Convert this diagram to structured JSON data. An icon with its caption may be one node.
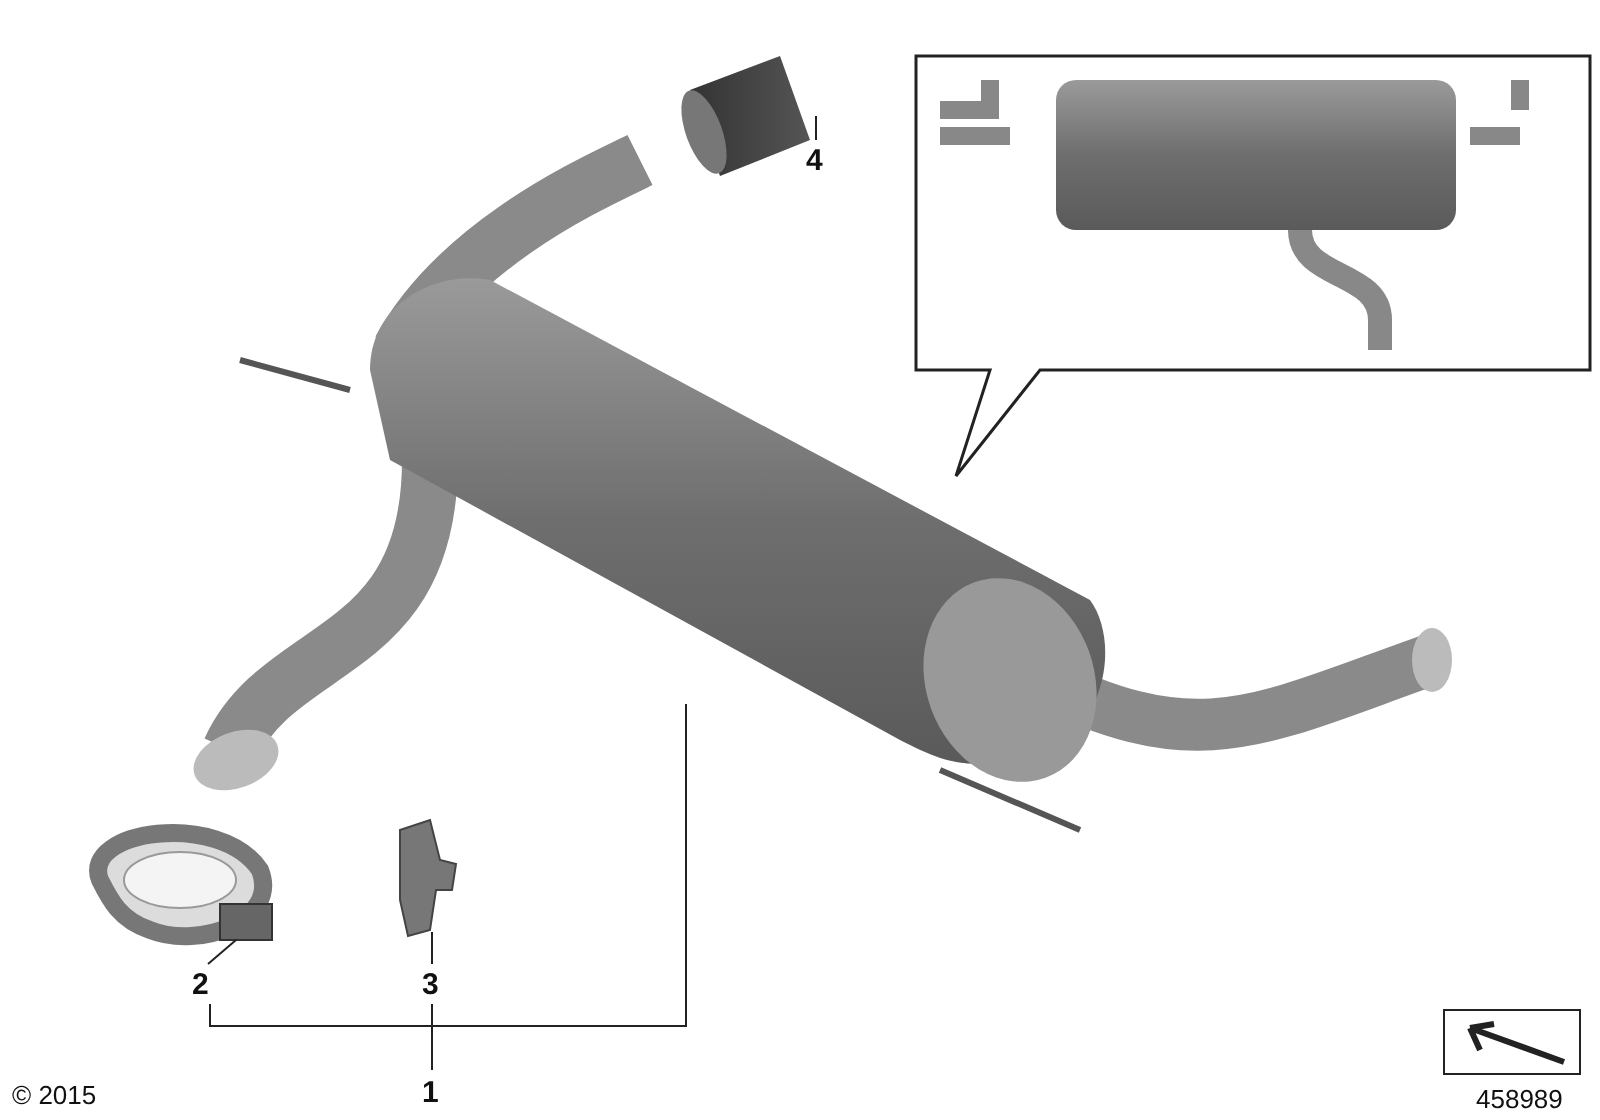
{
  "diagram": {
    "nodes": [
      {
        "text": [
          "4"
        ]
      },
      {
        "text": [],
        "shape": "picture"
      },
      {
        "text": [],
        "shape": "picture"
      },
      {
        "text": [],
        "shape": "picture"
      },
      {
        "text": [],
        "shape": "picture"
      },
      {
        "text": [
          "2"
        ]
      },
      {
        "text": [
          "3"
        ]
      },
      {
        "text": [
          "1"
        ]
      }
    ],
    "edges": [
      {
        "from": 0,
        "to": 1,
        "arrow": "none"
      },
      {
        "from": 5,
        "to": 3,
        "arrow": "none"
      },
      {
        "from": 6,
        "to": 4,
        "arrow": "none"
      },
      {
        "from": 7,
        "to": 2,
        "arrow": "none"
      }
    ],
    "labels": [
      "© 2015",
      "458989"
    ]
  }
}
